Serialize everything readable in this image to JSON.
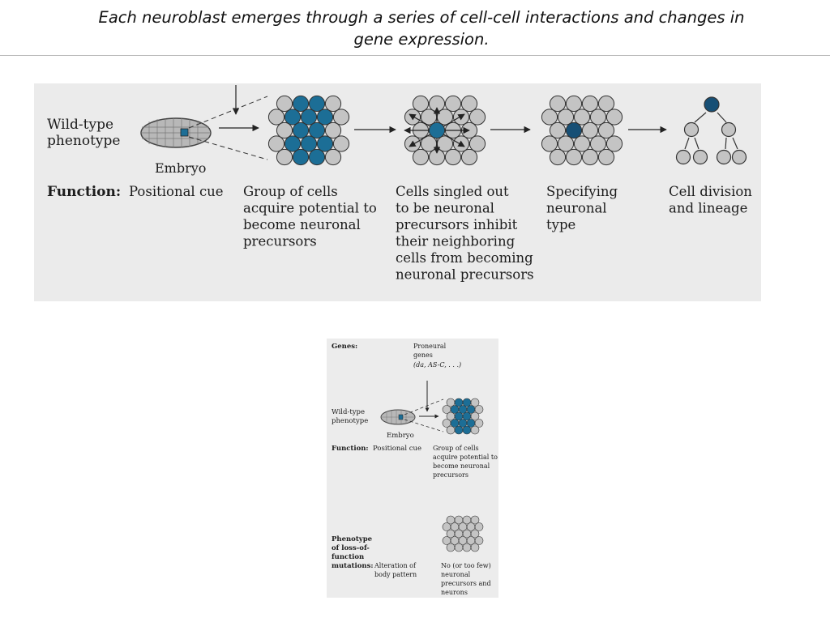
{
  "title": {
    "line1": "Each neuroblast emerges through a series of cell-cell interactions and changes in",
    "line2": "gene expression."
  },
  "colors": {
    "neuronal_blue": "#1c6e96",
    "dark_blue": "#174f75",
    "cell_gray": "#c4c4c4",
    "panel_bg": "#ebebeb"
  },
  "top_figure": {
    "row_label": [
      "Wild-type",
      "phenotype"
    ],
    "embryo_label": "Embryo",
    "function_label": "Function:",
    "functions": [
      [
        "Positional cue"
      ],
      [
        "Group of cells",
        "acquire potential to",
        "become neuronal",
        "precursors"
      ],
      [
        "Cells singled out",
        "to be neuronal",
        "precursors inhibit",
        "their  neighboring",
        "cells  from becoming",
        "neuronal precursors"
      ],
      [
        "Specifying",
        "neuronal",
        "type"
      ],
      [
        "Cell division",
        "and lineage"
      ]
    ]
  },
  "bottom_figure": {
    "genes_label": "Genes:",
    "proneural_label": [
      "Proneural",
      "genes",
      "(da, AS-C, . . .)"
    ],
    "row_label": [
      "Wild-type",
      "phenotype"
    ],
    "embryo_label": "Embryo",
    "function_label": "Function:",
    "positional_cue": "Positional cue",
    "group_text": [
      "Group of cells",
      "acquire potential to",
      "become neuronal",
      "precursors"
    ],
    "loss_label": [
      "Phenotype",
      "of loss-of-",
      "function",
      "mutations:"
    ],
    "alteration_text": [
      "Alteration of",
      "body pattern"
    ],
    "no_precursors_text": [
      "No (or too few)",
      "neuronal",
      "precursors and",
      "neurons"
    ]
  }
}
